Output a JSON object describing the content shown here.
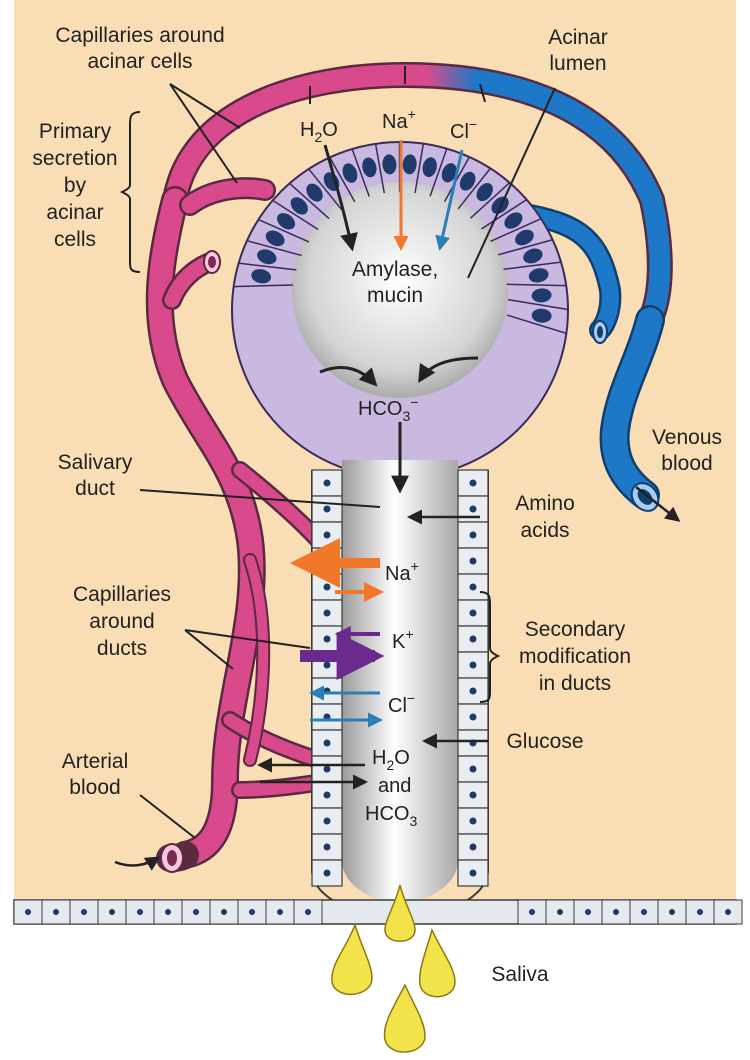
{
  "labels": {
    "cap_acinar_1": "Capillaries around",
    "cap_acinar_2": "acinar cells",
    "primary_1": "Primary",
    "primary_2": "secretion",
    "primary_3": "by",
    "primary_4": "acinar",
    "primary_5": "cells",
    "acinar_lumen_1": "Acinar",
    "acinar_lumen_2": "lumen",
    "amylase_1": "Amylase,",
    "amylase_2": "mucin",
    "venous_1": "Venous",
    "venous_2": "blood",
    "salivary_1": "Salivary",
    "salivary_2": "duct",
    "amino_1": "Amino",
    "amino_2": "acids",
    "cap_ducts_1": "Capillaries",
    "cap_ducts_2": "around",
    "cap_ducts_3": "ducts",
    "secondary_1": "Secondary",
    "secondary_2": "modification",
    "secondary_3": "in ducts",
    "glucose": "Glucose",
    "arterial_1": "Arterial",
    "arterial_2": "blood",
    "saliva": "Saliva",
    "and": "and"
  },
  "ions": {
    "h2o_H": "H",
    "h2o_sub": "2",
    "h2o_O": "O",
    "na": "Na",
    "na_sup": "+",
    "cl": "Cl",
    "cl_sup": "−",
    "hco3_base": "HCO",
    "hco3_sub": "3",
    "hco3_sup": "−",
    "k": "K",
    "k_sup": "+",
    "duct_na": "Na",
    "duct_na_sup": "+",
    "duct_cl": "Cl",
    "duct_cl_sup": "−",
    "duct_h2o_H": "H",
    "duct_h2o_sub": "2",
    "duct_h2o_O": "O",
    "duct_hco3_base": "HCO",
    "duct_hco3_sub": "3"
  },
  "colors": {
    "background": "#F9DDB4",
    "artery": "#D94A8C",
    "vein": "#1E78C8",
    "cell": "#C9B8E0",
    "nucleus": "#1F3A6B",
    "na_arrow": "#F07828",
    "k_arrow": "#6A2A8E",
    "cl_arrow": "#2A7FB8",
    "saliva": "#F2E34A"
  }
}
